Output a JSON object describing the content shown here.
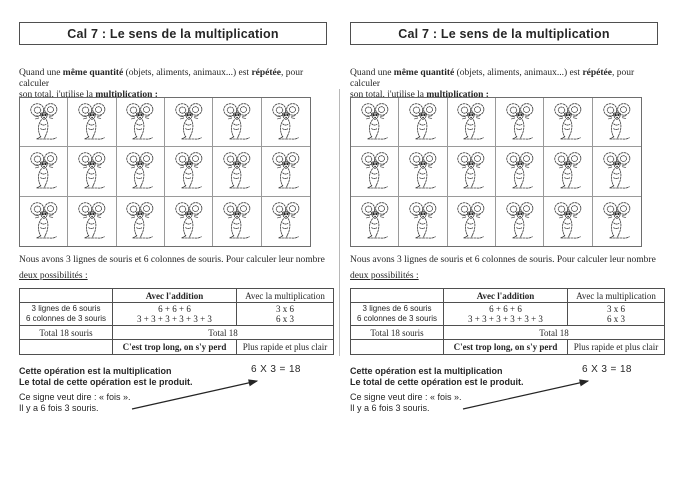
{
  "document_type": "worksheet-scan",
  "pages_count": 2,
  "colors": {
    "ink": "#262626",
    "box_border": "#4f4f4f",
    "grid_border": "#9a9a9a",
    "divider": "#b8b8b8",
    "background": "#ffffff"
  },
  "page": {
    "title": "Cal 7 : Le sens de la multiplication",
    "intro": {
      "t1": "Quand une ",
      "b1": "même quantité",
      "t2": " (objets, aliments, animaux...) est ",
      "b2": "répétée",
      "t3": ", pour calculer",
      "t4": "son total, j'utilise la ",
      "b3": "multiplication :"
    },
    "grid": {
      "rows": 3,
      "cols": 6,
      "icon": "mouse-icon"
    },
    "counting": {
      "line1": "Nous avons 3 lignes de souris et 6 colonnes de souris. Pour calculer leur nombre",
      "line2": "deux possibilités :"
    },
    "table": {
      "header_addition": "Avec l'addition",
      "header_multiplication": "Avec la multiplication",
      "row_label_1": "3 lignes de 6 souris",
      "row_label_2": "6 colonnes de 3 souris",
      "addition_1": "6 + 6 + 6",
      "addition_2": "3 + 3 + 3 + 3 + 3 + 3",
      "multiplication_1": "3 x 6",
      "multiplication_2": "6 x 3",
      "total_label": "Total 18 souris",
      "total_value": "Total 18",
      "verdict_addition": "C'est trop long, on s'y perd",
      "verdict_multiplication": "Plus rapide et plus clair"
    },
    "conclusion": {
      "line1": "Cette opération est la multiplication",
      "line2": "Le total de cette opération  est le produit.",
      "equation": "6 X 3 = 18",
      "sign1": "Ce signe veut dire : « fois ».",
      "sign2": "Il y a 6 fois 3 souris."
    }
  }
}
